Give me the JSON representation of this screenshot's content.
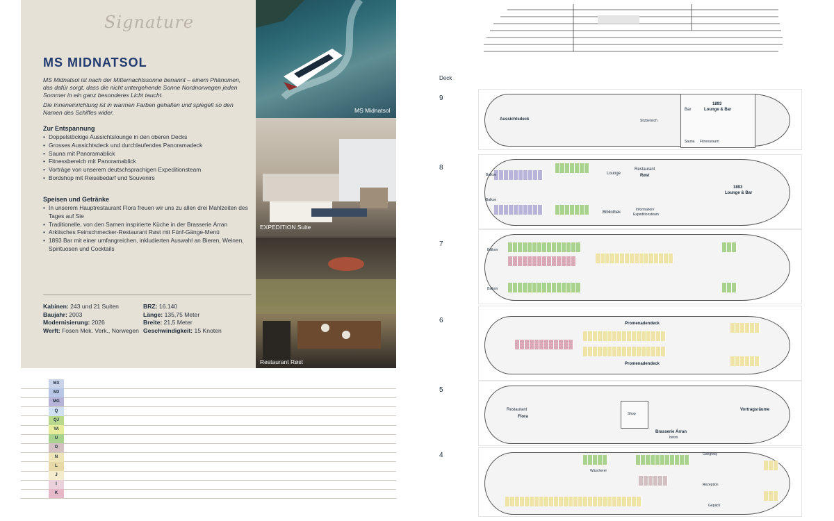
{
  "panel": {
    "signature": "Signature",
    "ship_title": "MS MIDNATSOL",
    "intro_1": "MS Midnatsol ist nach der Mitternachtssonne benannt – einem Phänomen, das dafür sorgt, dass die nicht untergehende Sonne Nordnorwegen jeden Sommer in ein ganz besonderes Licht taucht.",
    "intro_2": "Die Inneneinrichtung ist in warmen Farben gehalten und spiegelt so den Namen des Schiffes wider.",
    "relax_heading": "Zur Entspannung",
    "relax_items": [
      "Doppelstöckige Aussichtslounge in den oberen Decks",
      "Grosses Aussichtsdeck und durchlaufendes Panoramadeck",
      "Sauna mit Panoramablick",
      "Fitnessbereich mit Panoramablick",
      "Vorträge von unserem deutschsprachigen Expeditionsteam",
      "Bordshop mit Reisebedarf und Souvenirs"
    ],
    "food_heading": "Speisen und Getränke",
    "food_items": [
      "In unserem Hauptrestaurant Flora freuen wir uns zu allen drei Mahlzeiten des Tages auf Sie",
      "Traditionelle, von den Samen inspirierte Küche in der Brasserie Árran",
      "Arktisches Feinschmecker-Restaurant Røst mit Fünf-Gänge-Menü",
      "1893 Bar mit einer umfangreichen, inkludierten Auswahl an Bieren, Weinen, Spirituosen und Cocktails"
    ],
    "specs_left": [
      {
        "k": "Kabinen:",
        "v": "243 und 21 Suiten"
      },
      {
        "k": "Baujahr:",
        "v": "2003"
      },
      {
        "k": "Modernisierung:",
        "v": "2026"
      },
      {
        "k": "Werft:",
        "v": "Fosen Mek. Verk., Norwegen"
      }
    ],
    "specs_right": [
      {
        "k": "BRZ:",
        "v": "16.140"
      },
      {
        "k": "Länge:",
        "v": "135,75 Meter"
      },
      {
        "k": "Breite:",
        "v": "21,5 Meter"
      },
      {
        "k": "Geschwindigkeit:",
        "v": "15 Knoten"
      }
    ]
  },
  "photos": {
    "cap1": "MS Midnatsol",
    "cap2": "EXPEDITION Suite",
    "cap3": "Restaurant Røst"
  },
  "cabin_table": {
    "rows": [
      {
        "code": "MX",
        "color": "#c9d4ea"
      },
      {
        "code": "M2",
        "color": "#b9c7e6"
      },
      {
        "code": "MG",
        "color": "#b8b3d9"
      },
      {
        "code": "Q",
        "color": "#cfe0f0"
      },
      {
        "code": "QJ",
        "color": "#b9d98f"
      },
      {
        "code": "YA",
        "color": "#e7ec9c"
      },
      {
        "code": "U",
        "color": "#a8d28d"
      },
      {
        "code": "O",
        "color": "#d4c0c2"
      },
      {
        "code": "N",
        "color": "#efe3b8"
      },
      {
        "code": "L",
        "color": "#e9d9a8"
      },
      {
        "code": "J",
        "color": "#f4eccc"
      },
      {
        "code": "I",
        "color": "#ead1dc"
      },
      {
        "code": "K",
        "color": "#e7b9c8"
      }
    ]
  },
  "decks": {
    "heading": "Deck",
    "numbers": [
      "9",
      "8",
      "7",
      "6",
      "5",
      "4"
    ],
    "d9": {
      "a": "Aussichtsdeck",
      "b": "Sitzbereich",
      "c": "1893",
      "d": "Lounge & Bar",
      "e": "Bar",
      "f": "Sauna",
      "g": "Fitnessraum"
    },
    "d8": {
      "a": "Lounge",
      "b": "Restaurant",
      "c": "Røst",
      "d": "1893",
      "e": "Lounge & Bar",
      "f": "Bibliothek",
      "g": "Information/",
      "h": "Expeditionsteam",
      "i": "Balkon",
      "j": "Balkon"
    },
    "d7": {
      "a": "Balkon",
      "b": "Balkon"
    },
    "d6": {
      "a": "Promenadendeck",
      "b": "Promenadendeck"
    },
    "d5": {
      "a": "Restaurant",
      "b": "Flora",
      "c": "Shop",
      "d": "Brasserie Árran",
      "e": "bistro",
      "f": "Vortragsräume"
    },
    "d4": {
      "a": "Gangway",
      "b": "Wäscherei",
      "c": "Rezeption",
      "d": "Gepäck"
    }
  },
  "colors": {
    "blue_suite": "#b8b3d9",
    "green": "#a8d28d",
    "pink": "#d9a9b8",
    "yellow": "#efe3a8",
    "navy": "#1e3a6e"
  }
}
